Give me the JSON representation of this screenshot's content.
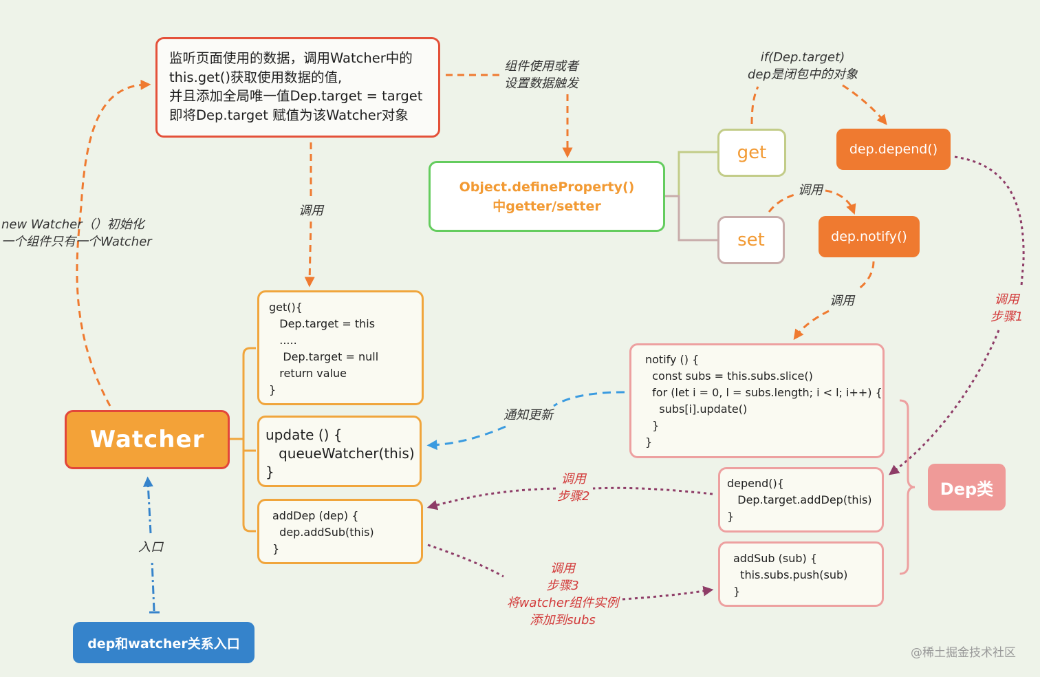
{
  "title": "Vue Dep 与 Watcher 关系图",
  "colors": {
    "background": "#eef3e9",
    "orange_accent": "#ef7a30",
    "watcher_fill": "#f3a238",
    "watcher_border": "#e2463a",
    "entry_blue": "#3583cb",
    "dep_pink": "#ef9a98",
    "green_border": "#64cc5e",
    "step_purple": "#8e3c67",
    "label_red": "#d23a3a"
  },
  "intro_box": {
    "lines": [
      "监听页面使用的数据，调用Watcher中的",
      "this.get()获取使用数据的值,",
      "并且添加全局唯一值Dep.target = target",
      "即将Dep.target 赋值为该Watcher对象"
    ]
  },
  "define_property_box": {
    "lines": [
      "Object.defineProperty()",
      "中getter/setter"
    ]
  },
  "accessors": {
    "get": "get",
    "set": "set"
  },
  "dep_methods": {
    "depend": "dep.depend()",
    "notify": "dep.notify()"
  },
  "watcher": {
    "title": "Watcher",
    "get_code": [
      "get(){",
      "   Dep.target = this",
      "   .....",
      "    Dep.target = null",
      "   return value",
      "}"
    ],
    "update_code": [
      "update () {",
      "   queueWatcher(this)",
      "}"
    ],
    "adddep_code": [
      "addDep (dep) {",
      "  dep.addSub(this)",
      "}"
    ]
  },
  "dep_class": {
    "title": "Dep类",
    "notify_code": [
      "notify () {",
      "  const subs = this.subs.slice()",
      "  for (let i = 0, l = subs.length; i < l; i++) {",
      "    subs[i].update()",
      "  }",
      "}"
    ],
    "depend_code": [
      "depend(){",
      "   Dep.target.addDep(this)",
      "}"
    ],
    "addsub_code": [
      "addSub (sub) {",
      "  this.subs.push(sub)",
      "}"
    ]
  },
  "entry": {
    "button": "dep和watcher关系入口",
    "label": "入口"
  },
  "labels": {
    "init": [
      "new Watcher（）初始化",
      "一个组件只有一个Watcher"
    ],
    "trigger": [
      "组件使用或者",
      "设置数据触发"
    ],
    "call_down": "调用",
    "get_condition": [
      "if(Dep.target)",
      "dep是闭包中的对象"
    ],
    "set_call": "调用",
    "notify_call": "调用",
    "step1": [
      "调用",
      "步骤1"
    ],
    "notify_update": "通知更新",
    "step2": [
      "调用",
      "步骤2"
    ],
    "step3": [
      "调用",
      "步骤3",
      "将watcher组件实例",
      "添加到subs"
    ]
  },
  "watermark": "@稀土掘金技术社区"
}
